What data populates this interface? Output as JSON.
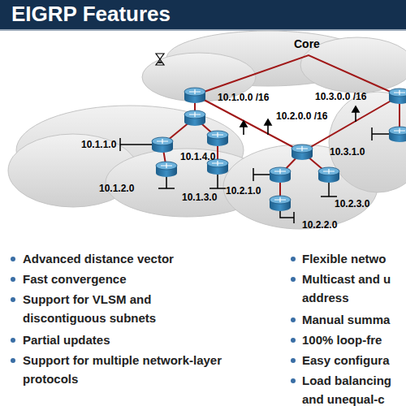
{
  "diagram": {
    "title": "EIGRP Features",
    "labels": [
      "Core",
      "10.1.0.0 /16",
      "10.3.0.0 /16",
      "10.2.0.0 /16",
      "10.1.1.0",
      "10.1.4.0",
      "10.3.1.0",
      "10.1.2.0",
      "10.1.3.0",
      "10.2.1.0",
      "10.2.3.0",
      "10.2.2.0",
      "Advanced distance vector",
      "Fast convergence",
      "Support for VLSM and discontiguous subnets",
      "Partial updates",
      "Support for multiple network-layer protocols",
      "Flexible netwo",
      "Multicast and u address",
      "Manual summa",
      "100% loop-fre",
      "Easy configura",
      "Load balancing and unequal-c"
    ]
  }
}
